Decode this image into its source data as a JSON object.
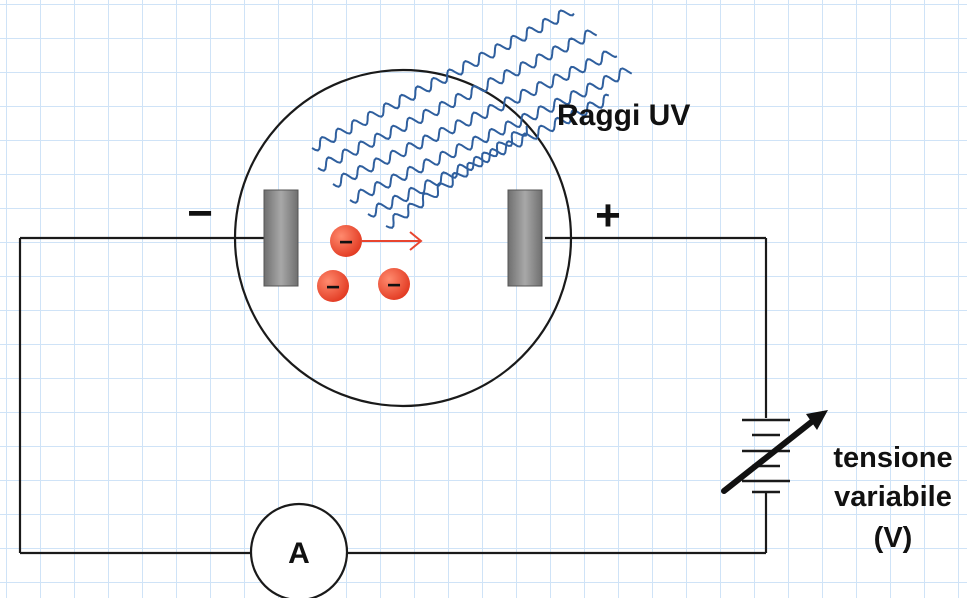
{
  "labels": {
    "uv_rays": "Raggi UV",
    "minus_sign": "−",
    "plus_sign": "+",
    "ammeter": "A",
    "voltage_line1": "tensione",
    "voltage_line2": "variabile",
    "voltage_line3": "(V)",
    "electron_sign": "−"
  },
  "colors": {
    "grid": "#cfe3f7",
    "wire": "#1a1a1a",
    "uv_wave": "#2f5f9e",
    "electron": "#e8452f",
    "arrow": "#e8452f",
    "electrode": "#8c8c8c"
  },
  "icons": {
    "cathode": "electrode-plate",
    "anode": "electrode-plate",
    "battery": "variable-battery-symbol",
    "ammeter": "ammeter-symbol"
  }
}
